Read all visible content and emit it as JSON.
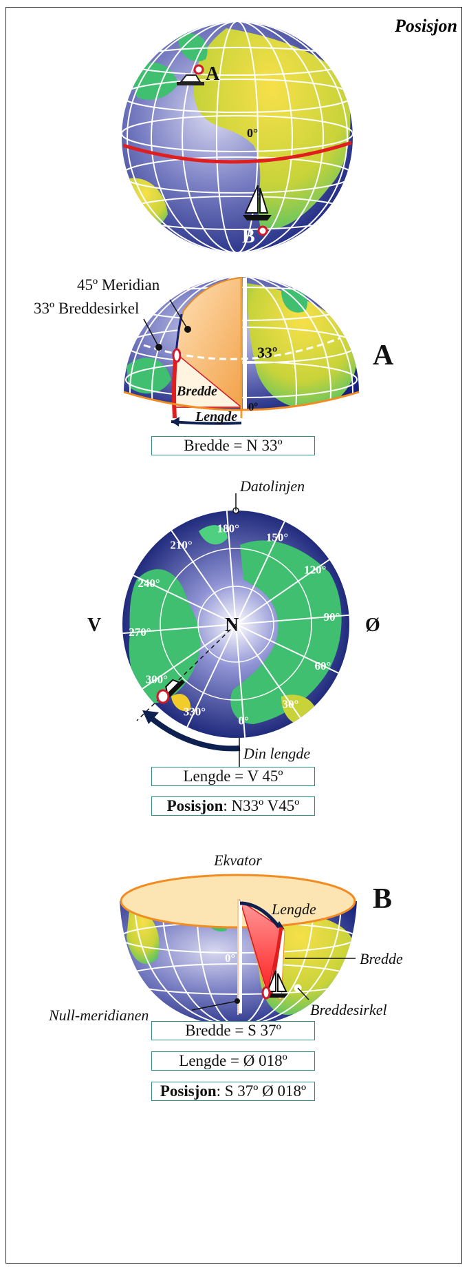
{
  "title": "Posisjon",
  "section_a": {
    "marker_a": "A",
    "marker_b": "B",
    "zero_label": "0°",
    "meridian_label": "45º Meridian",
    "latitude_circle_label": "33º Breddesirkel",
    "latitude_value": "33º",
    "zero_meridian": "0º",
    "bredde_label": "Bredde",
    "lengde_label": "Lengde",
    "big_letter": "A",
    "result_box": "Bredde =  N 33º"
  },
  "polar": {
    "dateline_label": "Datolinjen",
    "pole": "N",
    "west": "V",
    "east": "Ø",
    "din_lengde": "Din lengde",
    "degrees": [
      "0°",
      "30°",
      "60°",
      "90°",
      "120°",
      "150°",
      "180°",
      "210°",
      "240°",
      "270°",
      "300°",
      "330°"
    ],
    "lengde_box": "Lengde =  V 45º",
    "posisjon_bold": "Posisjon",
    "posisjon_rest": ": N33º  V45º"
  },
  "section_b": {
    "ekvator": "Ekvator",
    "big_letter": "B",
    "lengde": "Lengde",
    "bredde": "Bredde",
    "zero": "0°",
    "breddesirkel": "Breddesirkel",
    "null_meridianen": "Null-meridianen",
    "bredde_box": "Bredde =  S 37º",
    "lengde_box": "Lengde = Ø 018º",
    "posisjon_bold": "Posisjon",
    "posisjon_rest": ": S 37º  Ø 018º"
  },
  "colors": {
    "ocean_dark": "#14207a",
    "ocean_light": "#c8c8e8",
    "land_green": "#3fbf6f",
    "land_yellow": "#f2cc2a",
    "equator_red": "#e01e1e",
    "box_border": "#2f8f8a",
    "arrow_navy": "#0d2050"
  }
}
